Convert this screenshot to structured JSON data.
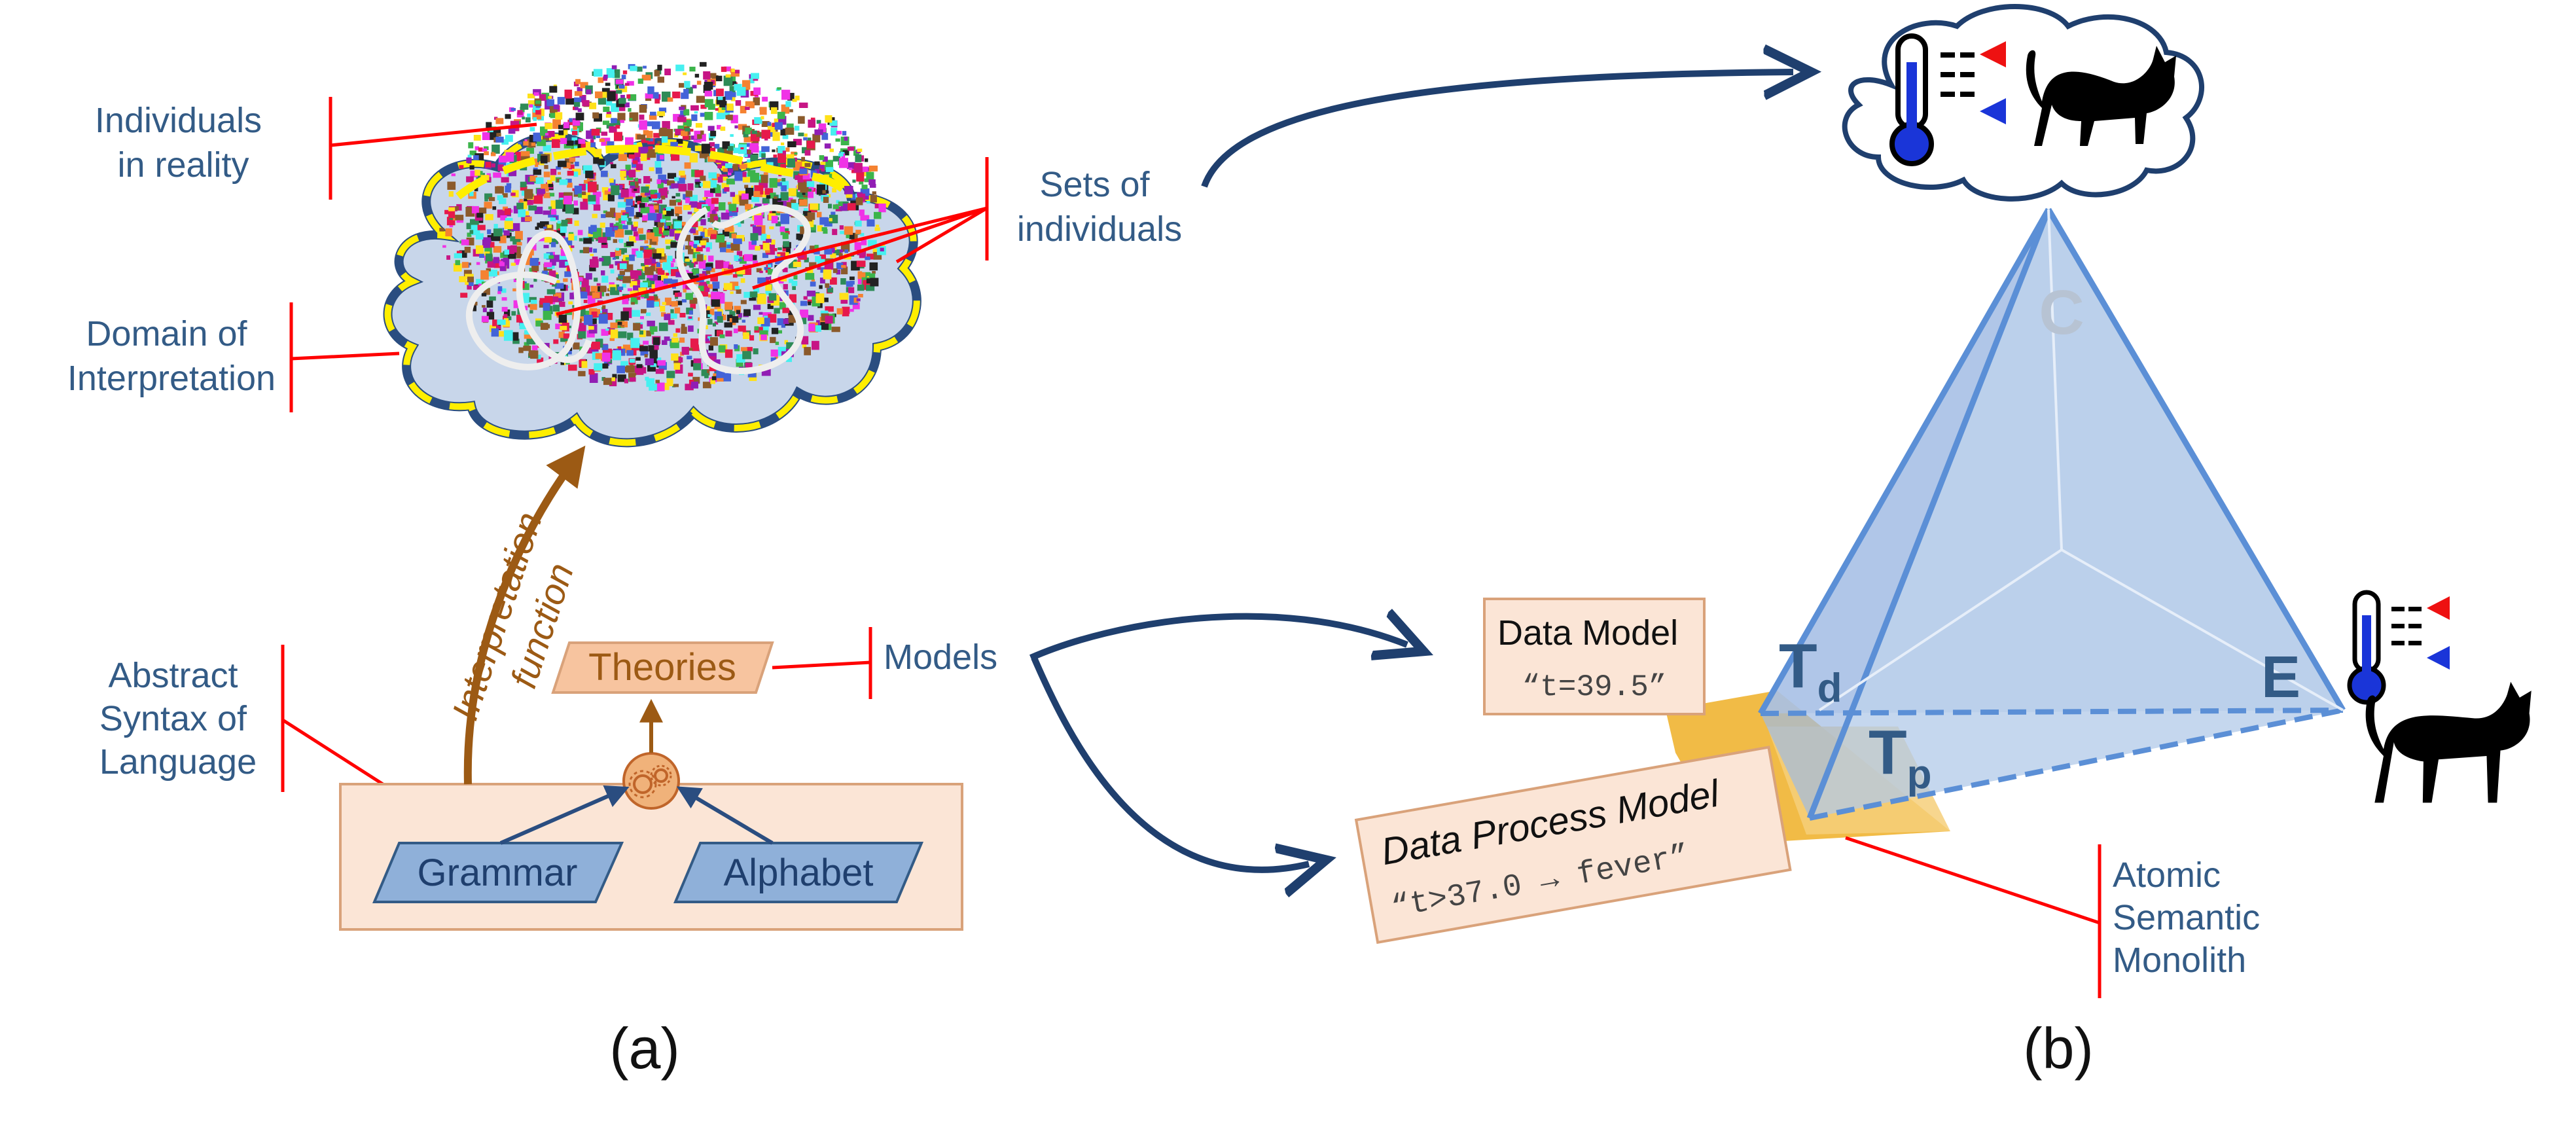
{
  "panel_a": {
    "label": "(a)",
    "labels": {
      "individuals_reality": [
        "Individuals",
        "in reality"
      ],
      "sets_of_individuals": [
        "Sets of",
        "individuals"
      ],
      "domain_interpretation": [
        "Domain of",
        "Interpretation"
      ],
      "abstract_syntax": [
        "Abstract",
        "Syntax of",
        "Language"
      ],
      "models": "Models",
      "interpretation_function": [
        "Interpretation",
        "function"
      ]
    },
    "boxes": {
      "theories": "Theories",
      "grammar": "Grammar",
      "alphabet": "Alphabet"
    },
    "icons": [
      "cloud-icon",
      "gears-icon"
    ]
  },
  "panel_b": {
    "label": "(b)",
    "data_model": {
      "title": "Data Model",
      "code": "“t=39.5”"
    },
    "data_process_model": {
      "title": "Data Process Model",
      "code": "“t>37.0 → fever”"
    },
    "vertices": {
      "c": "C",
      "e": "E",
      "td_base": "T",
      "td_sub": "d",
      "tp_base": "T",
      "tp_sub": "p"
    },
    "atomic_semantic_monolith": [
      "Atomic",
      "Semantic",
      "Monolith"
    ],
    "icons": [
      "cloud-icon",
      "thermometer-icon",
      "cat-icon"
    ]
  },
  "colors": {
    "label_text": "#335b86",
    "callout_red": "#ff0000",
    "arrow_navy": "#1f3f6e",
    "interpretation_brown": "#9c5a14",
    "pyramid_blue": "#5b8fd6",
    "box_fill": "#fbe5d6",
    "box_border": "#d9a27a",
    "parallelogram_blue": "#8fb0d9",
    "monolith_gold": "#f0b432"
  }
}
